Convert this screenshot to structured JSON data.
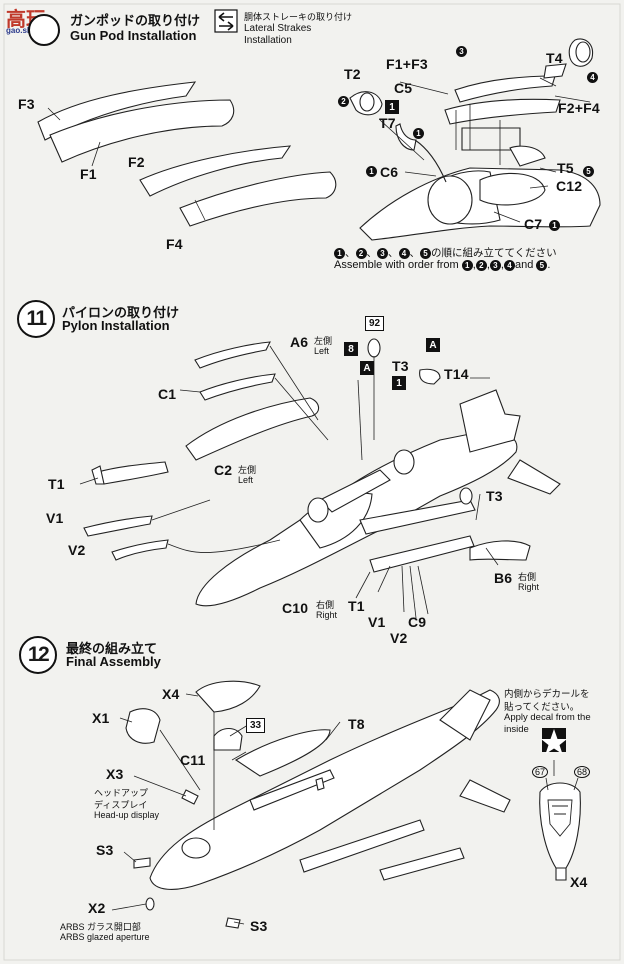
{
  "watermark": {
    "main": "高玩",
    "site": "gao.shop.com"
  },
  "step10": {
    "title_jp": "ガンポッドの取り付け",
    "title_en": "Gun Pod Installation",
    "lateral_jp": "胴体ストレーキの取り付け",
    "lateral_en1": "Lateral Strakes",
    "lateral_en2": "Installation",
    "parts": {
      "f3": "F3",
      "f1": "F1",
      "f2": "F2",
      "f4": "F4"
    },
    "strake_parts": {
      "t2": "T2",
      "c5": "C5",
      "t7": "T7",
      "f1f3": "F1+F3",
      "t4": "T4",
      "f2f4": "F2+F4",
      "c6": "C6",
      "t5": "T5",
      "c12": "C12",
      "c7": "C7"
    },
    "step_marks": {
      "m1": "1",
      "m2": "2",
      "m3": "3",
      "m4": "4",
      "m5": "5"
    },
    "tag_c5": "1",
    "order_jp": "の順に組み立ててください",
    "order_en_prefix": "Assemble with order from",
    "order_en_and": "and",
    "order_sep": "、"
  },
  "step11": {
    "number": "11",
    "title_jp": "パイロンの取り付け",
    "title_en": "Pylon Installation",
    "parts": {
      "a6": "A6",
      "a6_sub_jp": "左側",
      "a6_sub_en": "Left",
      "c1": "C1",
      "c2": "C2",
      "c2_sub_jp": "左側",
      "c2_sub_en": "Left",
      "t1": "T1",
      "v1": "V1",
      "v2": "V2",
      "t3": "T3",
      "t14": "T14",
      "t3b": "T3",
      "b6": "B6",
      "b6_sub_jp": "右側",
      "b6_sub_en": "Right",
      "c10": "C10",
      "c10_sub_jp": "右側",
      "c10_sub_en": "Right",
      "t1b": "T1",
      "v1b": "V1",
      "v2b": "V2",
      "c9": "C9"
    },
    "tags": {
      "n92": "92",
      "n8": "8",
      "a1": "A",
      "n1": "1",
      "a2": "A"
    }
  },
  "step12": {
    "number": "12",
    "title_jp": "最終の組み立て",
    "title_en": "Final Assembly",
    "parts": {
      "x4": "X4",
      "x1": "X1",
      "c11": "C11",
      "t8": "T8",
      "x3": "X3",
      "hud_jp1": "ヘッドアップ",
      "hud_jp2": "ディスプレイ",
      "hud_en": "Head-up display",
      "s3": "S3",
      "x2": "X2",
      "s3b": "S3",
      "arbs_jp": "ARBS ガラス開口部",
      "arbs_en": "ARBS glazed aperture",
      "x4b": "X4"
    },
    "tag_33": "33",
    "decal_jp1": "内側からデカールを",
    "decal_jp2": "貼ってください。",
    "decal_en1": "Apply decal from the",
    "decal_en2": "inside",
    "decal_n67": "67",
    "decal_n68": "68"
  }
}
